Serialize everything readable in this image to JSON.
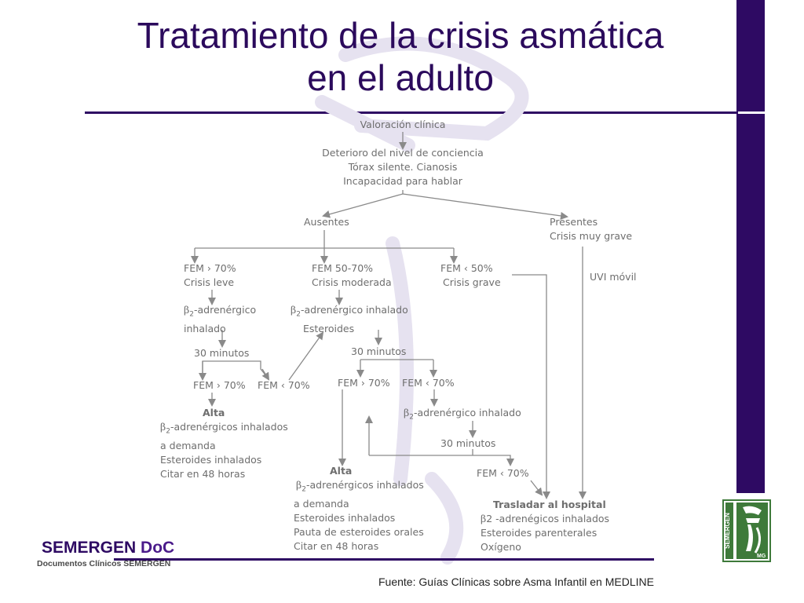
{
  "title": {
    "line1": "Tratamiento de la crisis asmática",
    "line2": "en el adulto"
  },
  "colors": {
    "accent": "#2e0a63",
    "text": "#6e6e6e",
    "arrow": "#8a8a8a",
    "seal": "#3e7a3a"
  },
  "nodes": {
    "valoracion": "Valoración clínica",
    "deterioro": [
      "Deterioro del nivel de conciencia",
      "Tórax silente.  Cianosis",
      "Incapacidad para hablar"
    ],
    "ausentes": "Ausentes",
    "presentes": [
      "Presentes",
      "Crisis muy grave"
    ],
    "uvi": "UVI móvil",
    "leve": [
      "FEM › 70%",
      "Crisis leve"
    ],
    "moderada": [
      "FEM 50-70%",
      "Crisis moderada"
    ],
    "grave": [
      "FEM ‹ 50%",
      "Crisis grave"
    ],
    "leve_trat": [
      "-adrenérgico",
      "inhalado"
    ],
    "mod_trat": [
      "-adrenérgico inhalado",
      "Esteroides"
    ],
    "min30_a": "30 minutos",
    "min30_b": "30 minutos",
    "min30_c": "30 minutos",
    "leve_fem_hi": "FEM › 70%",
    "leve_fem_lo": "FEM ‹ 70%",
    "mod_fem_hi": "FEM › 70%",
    "mod_fem_lo": "FEM ‹ 70%",
    "mod_lo_trat": "-adrenérgico inhalado",
    "fem_final": "FEM ‹ 70%",
    "alta1": [
      "Alta",
      "-adrenérgicos inhalados",
      "a demanda",
      "Esteroides inhalados",
      "Citar en 48 horas"
    ],
    "alta2": [
      "Alta",
      "-adrenérgicos inhalados",
      "a demanda",
      "Esteroides inhalados",
      "Pauta de esteroides orales",
      "Citar en 48 horas"
    ],
    "hospital": [
      "Trasladar al hospital",
      "2 -adrenégicos inhalados",
      "Esteroides parenterales",
      "Oxígeno"
    ],
    "beta": "β",
    "beta_sub": "2"
  },
  "logo": {
    "main": "SEMERGEN",
    "doc": "DoC",
    "sub": "Documentos Clínicos SEMERGEN"
  },
  "seal": {
    "text": "SEMERGEN",
    "mark": "MG"
  },
  "source": "Fuente: Guías Clínicas sobre Asma Infantil en MEDLINE"
}
